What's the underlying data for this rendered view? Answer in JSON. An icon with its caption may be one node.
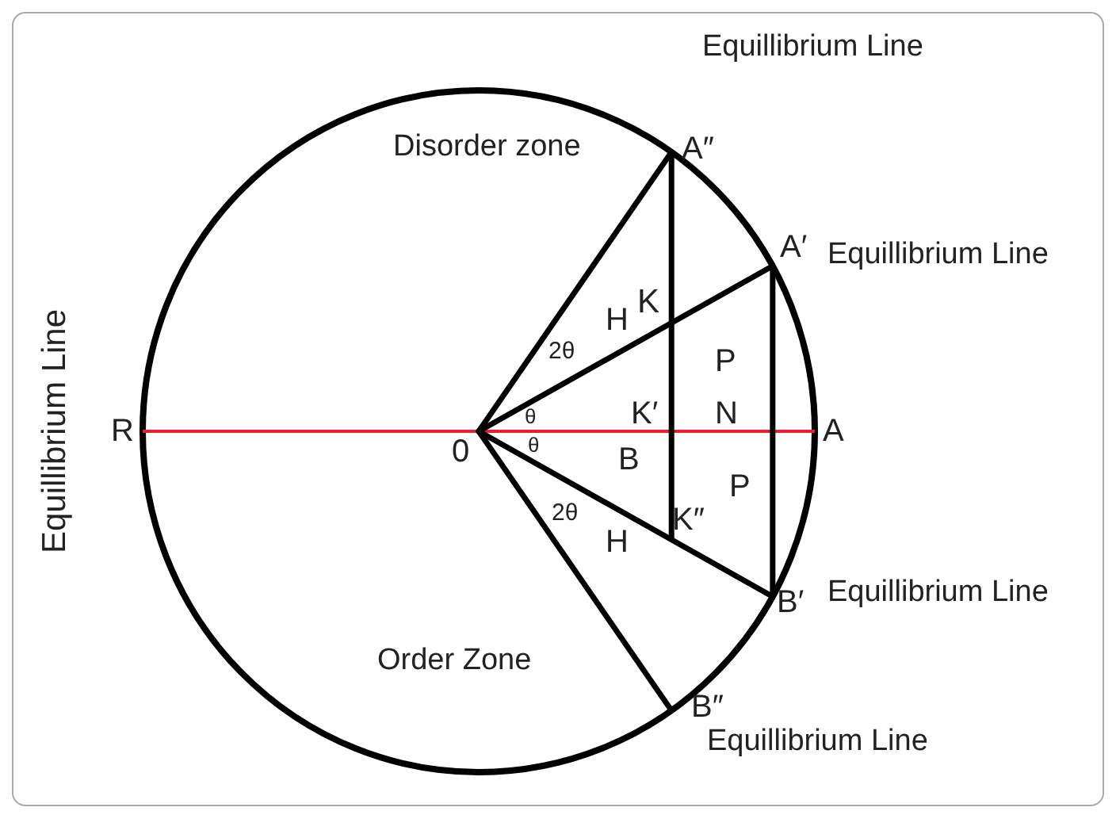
{
  "diagram": {
    "labels": [
      "Equillibrium Line",
      "Disorder zone",
      "A″",
      "A′",
      "Equillibrium Line",
      "K",
      "H",
      "2θ",
      "P",
      "Equillibrium Line",
      "R",
      "θ",
      "K′",
      "N",
      "A",
      "0",
      "θ",
      "B",
      "P",
      "2θ",
      "H",
      "K″",
      "B′",
      "Equillibrium Line",
      "Order Zone",
      "B″",
      "Equillibrium Line"
    ]
  }
}
